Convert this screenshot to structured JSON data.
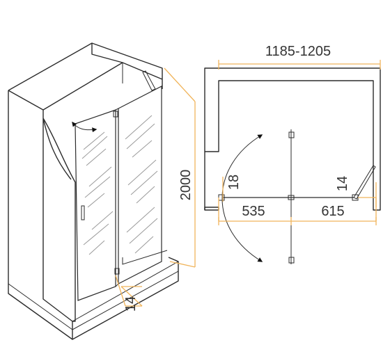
{
  "colors": {
    "line": "#2b2b2b",
    "dimension": "#f0b45a",
    "text": "#333333"
  },
  "perspective": {
    "height_label": "2000",
    "gap_label": "14"
  },
  "plan": {
    "width_label": "1185-1205",
    "left_panel_label": "535",
    "right_panel_label": "615",
    "hinge_gap_label": "18",
    "wall_gap_label": "14"
  }
}
